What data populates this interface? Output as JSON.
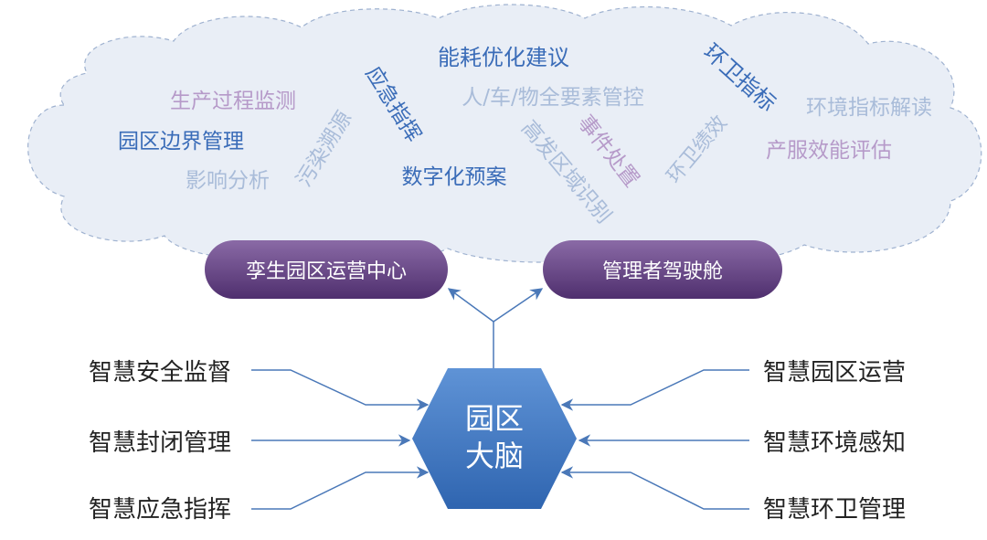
{
  "colors": {
    "cloud_fill": "#e9eef6",
    "cloud_stroke": "#9fb2d0",
    "pill_top": "#8a6aa6",
    "pill_bottom": "#4f2f6e",
    "hex_top": "#5f93d6",
    "hex_bottom": "#2f65b0",
    "arrow": "#4a78b8",
    "text_dark": "#222222",
    "text_white": "#ffffff"
  },
  "cloud_words": [
    {
      "text": "能耗优化建议",
      "color": "#3a6cb8"
    },
    {
      "text": "人/车/物全要素管控",
      "color": "#a9bcd9"
    },
    {
      "text": "生产过程监测",
      "color": "#b69ac9"
    },
    {
      "text": "应急指挥",
      "color": "#3a6cb8"
    },
    {
      "text": "园区边界管理",
      "color": "#3a6cb8"
    },
    {
      "text": "影响分析",
      "color": "#a9bcd9"
    },
    {
      "text": "污染溯源",
      "color": "#a9bcd9"
    },
    {
      "text": "数字化预案",
      "color": "#3a6cb8"
    },
    {
      "text": "高发区域识别",
      "color": "#a9bcd9"
    },
    {
      "text": "事件处置",
      "color": "#b69ac9"
    },
    {
      "text": "环卫指标",
      "color": "#3a6cb8"
    },
    {
      "text": "环卫绩效",
      "color": "#a9bcd9"
    },
    {
      "text": "环境指标解读",
      "color": "#a9bcd9"
    },
    {
      "text": "产服效能评估",
      "color": "#b69ac9"
    }
  ],
  "centers": {
    "left": "孪生园区运营中心",
    "right": "管理者驾驶舱"
  },
  "brain": {
    "line1": "园区",
    "line2": "大脑"
  },
  "inputs_left": [
    "智慧安全监督",
    "智慧封闭管理",
    "智慧应急指挥"
  ],
  "inputs_right": [
    "智慧园区运营",
    "智慧环境感知",
    "智慧环卫管理"
  ]
}
